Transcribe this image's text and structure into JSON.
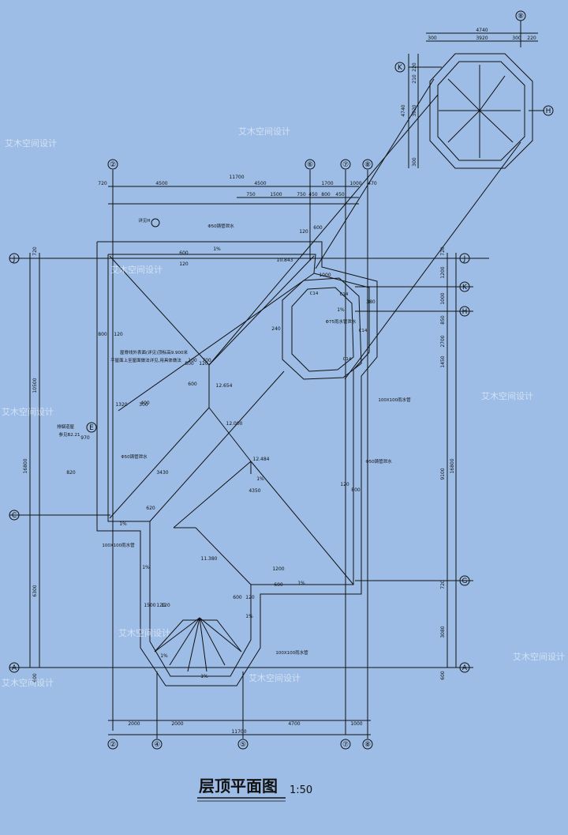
{
  "title": "层顶平面图",
  "scale": "1:50",
  "axes": {
    "top_cols": [
      "②",
      "⑥",
      "⑦",
      "⑧"
    ],
    "bottom_cols": [
      "②",
      "④",
      "⑤",
      "⑦",
      "⑧"
    ],
    "tower_col": "⑧",
    "left_rows": [
      "J",
      "E",
      "C",
      "A"
    ],
    "right_rows": [
      "J",
      "K",
      "H",
      "G",
      "A"
    ],
    "tower_rows": [
      "K",
      "H"
    ]
  },
  "dims": {
    "top_total": "11700",
    "top_row": [
      "720",
      "4500",
      "4500",
      "1700",
      "1000",
      "470"
    ],
    "top_sub": [
      "750",
      "1500",
      "750",
      "450",
      "800",
      "450"
    ],
    "bottom_total": "11700",
    "bottom_row": [
      "2000",
      "2000",
      "4700",
      "1000"
    ],
    "left_outer": "16800",
    "left_upper": "10500",
    "left_lower": "6300",
    "left_edge": [
      "720",
      "600"
    ],
    "right_outer": "16800",
    "right_mid": "9100",
    "right_parts": [
      "720",
      "1200",
      "1000",
      "850",
      "2700",
      "1450",
      "720",
      "3080",
      "600"
    ],
    "tower_total": "4740",
    "tower_inner": "3920",
    "tower_edges": [
      "300",
      "300",
      "220"
    ],
    "tower_side": [
      "4740",
      "3920",
      "300",
      "220",
      "210"
    ],
    "misc": [
      "800",
      "120",
      "600",
      "120",
      "240",
      "120",
      "600",
      "800",
      "120",
      "620",
      "400",
      "970",
      "820",
      "1320",
      "300",
      "3430",
      "4350",
      "120",
      "800",
      "1200",
      "600",
      "120",
      "600",
      "120",
      "1500",
      "1000",
      "100",
      "700",
      "600",
      "120",
      "380"
    ]
  },
  "elevations": [
    "10.843",
    "12.654",
    "12.000",
    "12.484",
    "11.380"
  ],
  "slopes": [
    "1%",
    "1%",
    "1%",
    "1%",
    "1%",
    "1%",
    "1%",
    "1%",
    "1%"
  ],
  "notes": {
    "gutter_50_a": "Φ50铸管泄水",
    "gutter_50_b": "Φ50铸管泄水",
    "gutter_50_c": "Φ50铸管泄水",
    "drain_75": "Φ75雨水管泄水",
    "drain_100_a": "100X100雨水管",
    "drain_100_b": "100X100雨水管",
    "drain_100_c": "100X100雨水管",
    "ridge_note_1": "屋脊线外表面(详见)顶标高9.900米",
    "ridge_note_2": "平屋面上至屋面做法详见,用具体做法",
    "vent_note_1": "排烟道屋",
    "vent_note_2": "参见B2.21",
    "ref": "详见H",
    "c14": [
      "C14",
      "C14",
      "C14",
      "C14"
    ]
  },
  "watermark": "艾木空间设计"
}
